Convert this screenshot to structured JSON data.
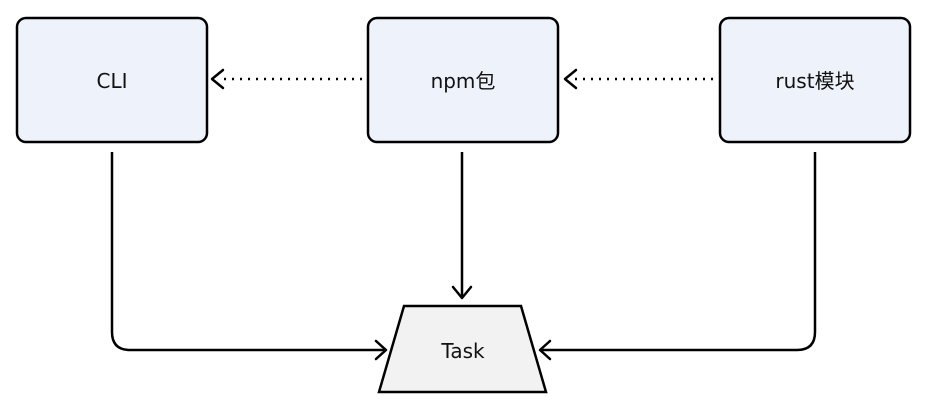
{
  "nodes": {
    "cli": {
      "label": "CLI"
    },
    "npm": {
      "label": "npm包"
    },
    "rust": {
      "label": "rust模块"
    },
    "task": {
      "label": "Task"
    }
  },
  "edges": [
    {
      "from": "npm",
      "to": "cli",
      "style": "dotted"
    },
    {
      "from": "rust",
      "to": "npm",
      "style": "dotted"
    },
    {
      "from": "npm",
      "to": "task",
      "style": "solid"
    },
    {
      "from": "cli",
      "to": "task",
      "style": "solid"
    },
    {
      "from": "rust",
      "to": "task",
      "style": "solid"
    }
  ]
}
